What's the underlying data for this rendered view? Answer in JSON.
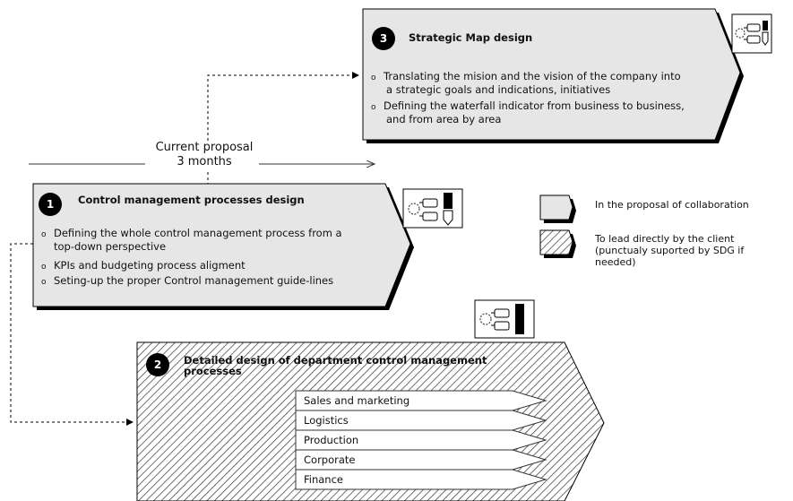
{
  "boxes": {
    "strategic": {
      "number": "3",
      "title": "Strategic Map design",
      "bullets": [
        "Translating the mision and the vision of the company into",
        "a strategic goals and indications, initiatives",
        "Defining the waterfall indicator from business to business,",
        "and from area by area"
      ]
    },
    "control": {
      "number": "1",
      "title": "Control management processes design",
      "bullets": [
        "Defining the whole control management process from a",
        "top-down perspective",
        "KPIs and budgeting process aligment",
        "Seting-up the proper Control management guide-lines"
      ]
    },
    "detailed": {
      "number": "2",
      "title_line1": "Detailed design of department control management",
      "title_line2": "processes",
      "departments": [
        "Sales and marketing",
        "Logistics",
        "Production",
        "Corporate",
        "Finance"
      ]
    }
  },
  "proposal": {
    "line1": "Current proposal",
    "line2": "3 months"
  },
  "legend": {
    "collab": "In the proposal of collaboration",
    "client_line1": "To lead directly by the client",
    "client_line2": "(punctualy suported by SDG if",
    "client_line3": "needed)"
  },
  "icons": {
    "process": "process-diagram-icon"
  },
  "colors": {
    "box_fill": "#e6e6e6",
    "border": "#000000",
    "shadow": "#000000"
  }
}
